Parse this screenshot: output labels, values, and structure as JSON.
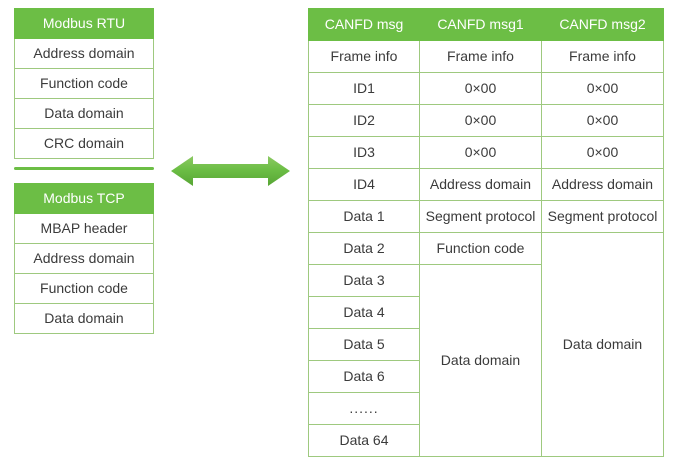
{
  "colors": {
    "header_green": "#6cbe45",
    "border_green": "#9ec97f",
    "text_light_green": "#9fd36a",
    "text_red": "#ea5e7b",
    "text_dark": "#3b3b3b",
    "arrow_green": "#6cbe45"
  },
  "left": {
    "rtu_table": {
      "header": "Modbus RTU",
      "rows": [
        {
          "label": "Address domain",
          "style": "green"
        },
        {
          "label": "Function code",
          "style": "red"
        },
        {
          "label": "Data domain",
          "style": "green"
        },
        {
          "label": "CRC domain",
          "style": "dark"
        }
      ]
    },
    "tcp_table": {
      "header": "Modbus TCP",
      "rows": [
        {
          "label": "MBAP header",
          "style": "green"
        },
        {
          "label": "Address domain",
          "style": "green"
        },
        {
          "label": "Function code",
          "style": "red"
        },
        {
          "label": "Data domain",
          "style": "green"
        }
      ]
    }
  },
  "arrow": {
    "name": "bidirectional-conversion-arrow"
  },
  "right": {
    "canfd_table": {
      "headers": [
        "CANFD msg",
        "CANFD msg1",
        "CANFD msg2"
      ],
      "rows": [
        {
          "c1": "Frame info",
          "c1_style": "dark",
          "c2": "Frame info",
          "c2_style": "dark",
          "c3": "Frame info",
          "c3_style": "dark"
        },
        {
          "c1": "ID1",
          "c1_style": "dark",
          "c2": "0×00",
          "c2_style": "red",
          "c3": "0×00",
          "c3_style": "red"
        },
        {
          "c1": "ID2",
          "c1_style": "dark",
          "c2": "0×00",
          "c2_style": "red",
          "c3": "0×00",
          "c3_style": "red"
        },
        {
          "c1": "ID3",
          "c1_style": "dark",
          "c2": "0×00",
          "c2_style": "red",
          "c3": "0×00",
          "c3_style": "red"
        },
        {
          "c1": "ID4",
          "c1_style": "dark",
          "c2": "Address domain",
          "c2_style": "green",
          "c3": "Address domain",
          "c3_style": "green"
        },
        {
          "c1": "Data 1",
          "c1_style": "dark",
          "c2": "Segment protocol",
          "c2_style": "green",
          "c3": "Segment protocol",
          "c3_style": "green"
        },
        {
          "c1": "Data 2",
          "c1_style": "dark",
          "c2": "Function code",
          "c2_style": "red",
          "c3": "Data domain",
          "c3_style": "green",
          "c3_rowspan": 7
        },
        {
          "c1": "Data 3",
          "c1_style": "dark",
          "c2": "Data domain",
          "c2_style": "green",
          "c2_rowspan": 6
        },
        {
          "c1": "Data 4",
          "c1_style": "dark"
        },
        {
          "c1": "Data 5",
          "c1_style": "dark"
        },
        {
          "c1": "Data 6",
          "c1_style": "dark"
        },
        {
          "c1": "......",
          "c1_style": "dots"
        },
        {
          "c1": "Data 64",
          "c1_style": "dark"
        }
      ]
    }
  }
}
